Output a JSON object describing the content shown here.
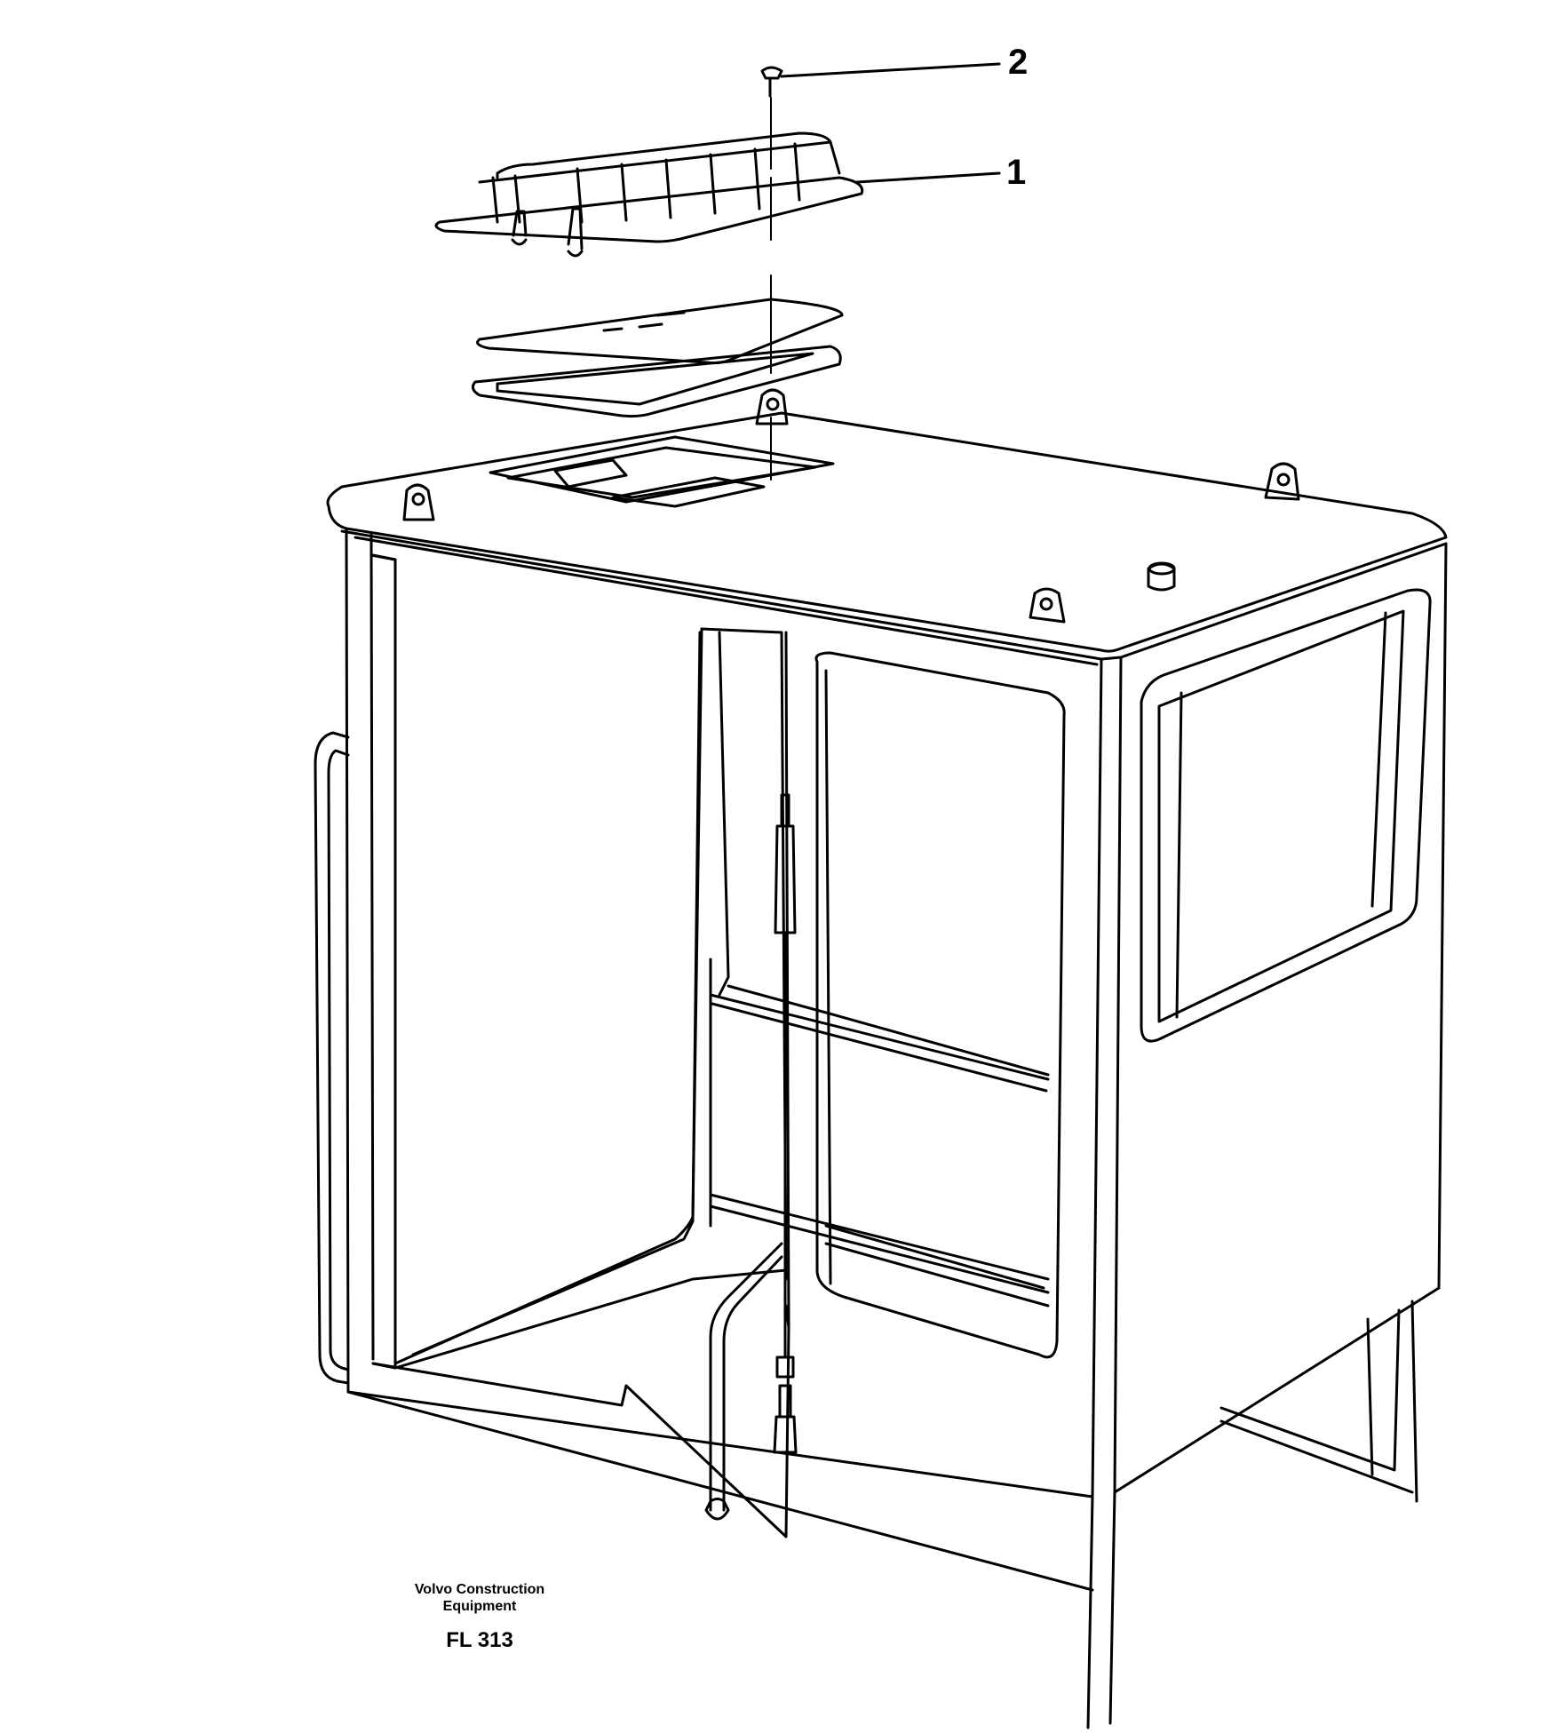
{
  "callouts": [
    {
      "number": "1"
    },
    {
      "number": "2"
    }
  ],
  "footer": {
    "credit_line_1": "Volvo Construction",
    "credit_line_2": "Equipment",
    "figure_code": "FL 313"
  },
  "colors": {
    "line": "#000000",
    "background": "#ffffff"
  }
}
